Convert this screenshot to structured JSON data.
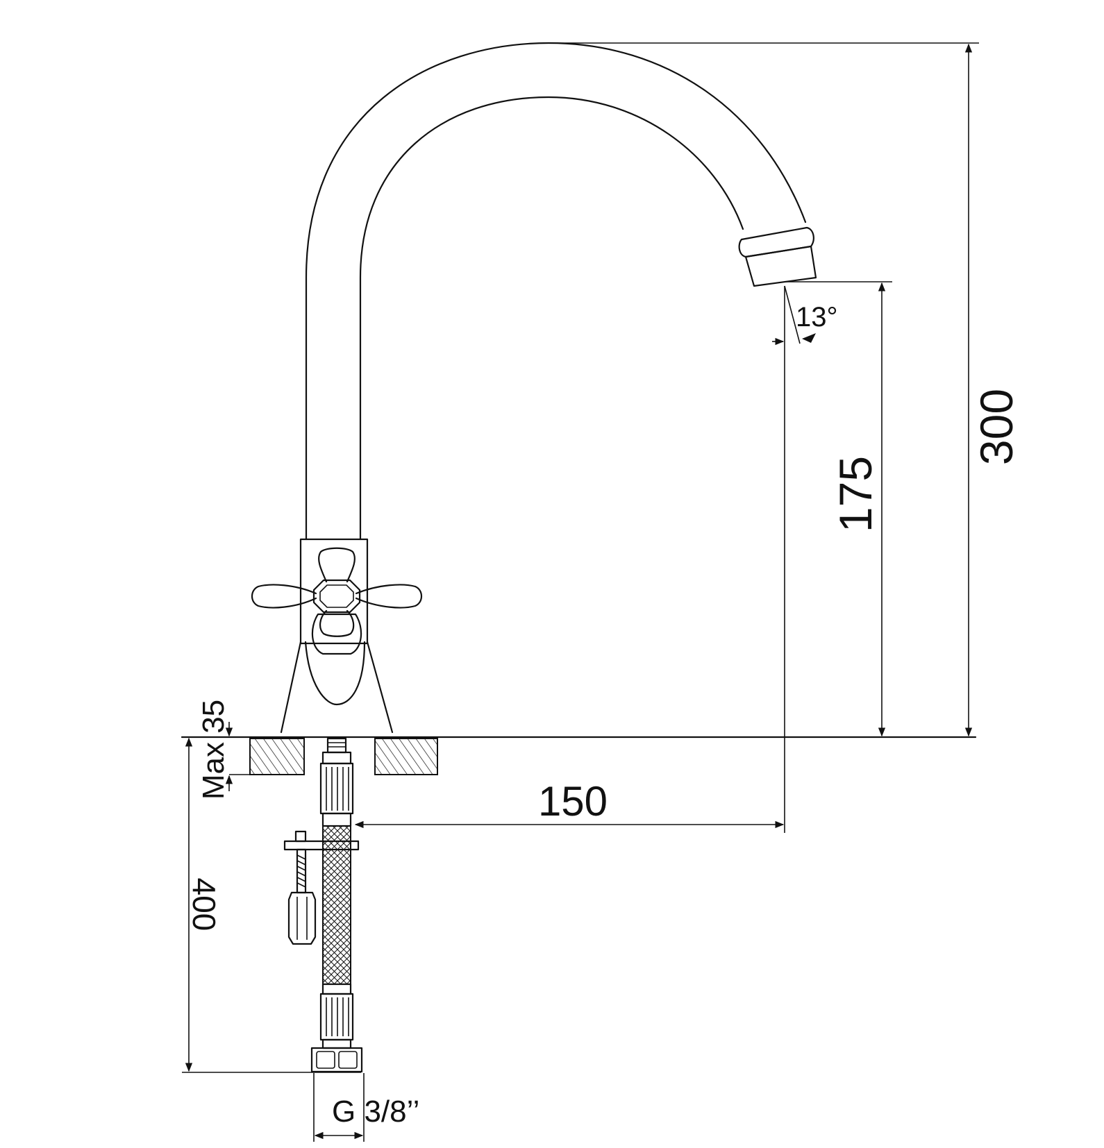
{
  "dimensions": {
    "overall_height": "300",
    "spout_height": "175",
    "spout_reach": "150",
    "hose_length": "400",
    "deck_thickness": "Max 35",
    "spout_angle": "13°",
    "thread": "G 3/8’’"
  },
  "colors": {
    "line": "#111111",
    "background": "#ffffff"
  }
}
